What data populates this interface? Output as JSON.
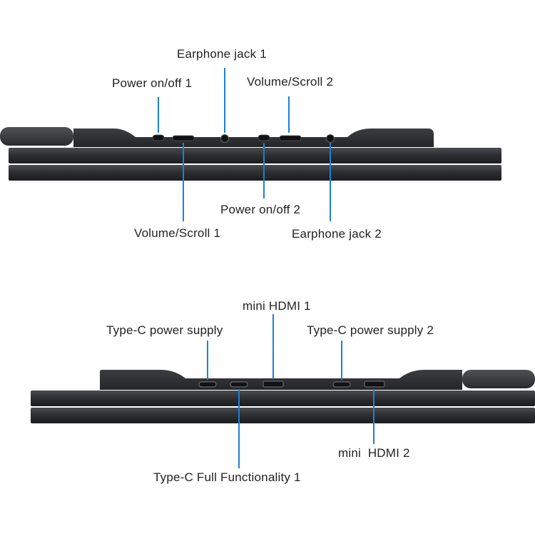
{
  "top_device": {
    "callouts": {
      "earphone_jack_1": "Earphone jack 1",
      "power_1": "Power on/off 1",
      "volume_scroll_2": "Volume/Scroll 2",
      "power_2": "Power on/off 2",
      "volume_scroll_1": "Volume/Scroll 1",
      "earphone_jack_2": "Earphone jack 2"
    }
  },
  "bottom_device": {
    "callouts": {
      "mini_hdmi_1": "mini HDMI 1",
      "typec_power": "Type-C power supply",
      "typec_power_2": "Type-C power supply 2",
      "mini_hdmi_2": "mini  HDMI 2",
      "typec_full_1": "Type-C Full Functionality 1"
    }
  },
  "colors": {
    "callout_line": "#1e7fd8",
    "panel_dark": "#2b2c2f",
    "panel_mid": "#3a3b3f",
    "port": "#111214"
  }
}
